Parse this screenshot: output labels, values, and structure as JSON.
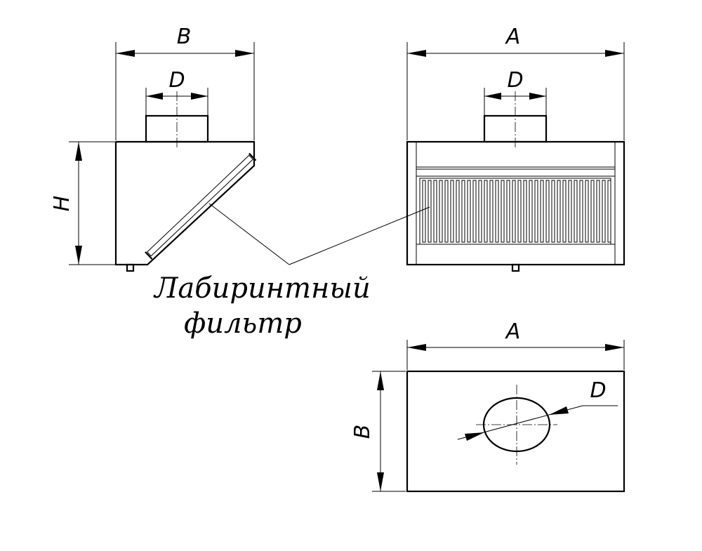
{
  "dimension_labels": {
    "side_width": "B",
    "side_duct": "D",
    "side_height": "H",
    "front_width": "A",
    "front_duct": "D",
    "top_width": "A",
    "top_depth": "B",
    "top_duct": "D"
  },
  "callout": {
    "line1": "Лабиринтный",
    "line2": "фильтр"
  }
}
